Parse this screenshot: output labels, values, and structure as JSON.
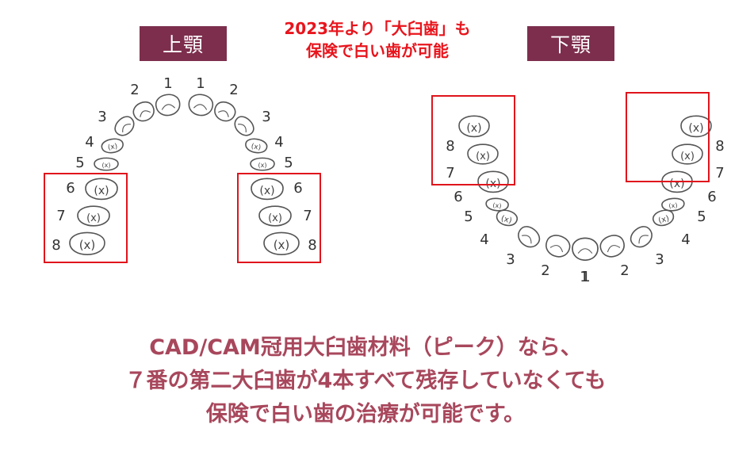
{
  "upper_jaw_label": "上顎",
  "lower_jaw_label": "下顎",
  "notice": {
    "line1": "2023年より「大臼歯」も",
    "line2": "保険で白い歯が可能"
  },
  "footer": {
    "line1": "CAD/CAM冠用大臼歯材料（ピーク）なら、",
    "line2": "７番の第二大臼歯が4本すべて残存していなくても",
    "line3": "保険で白い歯の治療が可能です。"
  },
  "tooth_numbers": [
    "1",
    "2",
    "3",
    "4",
    "5",
    "6",
    "7",
    "8"
  ],
  "molar_mark": "(x)",
  "colors": {
    "jaw_label_bg": "#7d2e4d",
    "notice_text": "#e8141c",
    "footer_text": "#a8475c",
    "highlight_box": "#e0141c",
    "tooth_outline": "#555555"
  }
}
